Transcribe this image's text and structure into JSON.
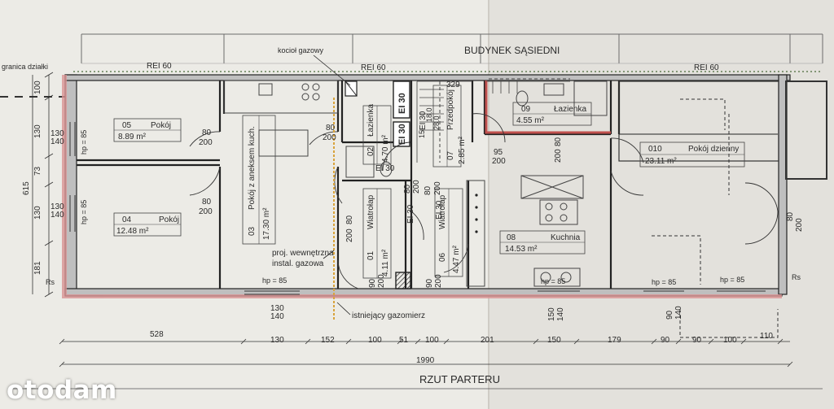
{
  "plan": {
    "title": "RZUT PARTERU",
    "neighbor": "BUDYNEK SĄSIEDNI",
    "boundary": "granica działki",
    "fire_ratings": {
      "rei_left": "REI 60",
      "rei_mid": "REI 60",
      "rei_right": "REI 60",
      "ei_1": "EI 30",
      "ei_2": "EI 30",
      "ei_3": "EI 30",
      "ei_4": "EI 30",
      "ei_5": "EI 30",
      "ei_6": "EI 30"
    },
    "callouts": {
      "boiler": "kocioł gazowy",
      "gas_install": [
        "proj. wewnętrzna",
        "instal. gazowa"
      ],
      "gas_meter": "istniejący gazomierz"
    },
    "rooms": {
      "r05": {
        "num": "05",
        "name": "Pokój",
        "area": "8.89 m²"
      },
      "r04": {
        "num": "04",
        "name": "Pokój",
        "area": "12.48 m²"
      },
      "r03": {
        "num": "03",
        "name": "Pokój z aneksem kuch.",
        "area": "17.30 m²"
      },
      "r02": {
        "num": "02",
        "name": "Łazienka",
        "area": "4.70 m²"
      },
      "r01": {
        "num": "01",
        "name": "Wiatrołap",
        "area": "4.11 m²"
      },
      "r06": {
        "num": "06",
        "name": "Wiatrołap",
        "area": "4.47 m²"
      },
      "r07": {
        "num": "07",
        "name": "Przedpokój",
        "area": "2.85 m²"
      },
      "r09": {
        "num": "09",
        "name": "Łazienka",
        "area": "4.55 m²"
      },
      "r08": {
        "num": "08",
        "name": "Kuchnia",
        "area": "14.53 m²"
      },
      "r010": {
        "num": "010",
        "name": "Pokój dzienny",
        "area": "23.11 m²"
      }
    },
    "openings": {
      "d1": [
        "80",
        "200"
      ],
      "d2": [
        "80",
        "200"
      ],
      "d3": [
        "80",
        "200"
      ],
      "d4": [
        "80",
        "200"
      ],
      "d5": [
        "80",
        "200"
      ],
      "d6": [
        "95",
        "200"
      ],
      "d7": [
        "80",
        "200"
      ],
      "d8": [
        "90",
        "200"
      ],
      "d9": [
        "90",
        "200"
      ],
      "d10": [
        "80",
        "200"
      ],
      "d11": [
        "80",
        "200"
      ],
      "d12": [
        "150",
        "140"
      ],
      "d13": [
        "90",
        "140"
      ],
      "d14": [
        "130",
        "140"
      ],
      "d15": [
        "130",
        "140"
      ],
      "d16": [
        "130",
        "140"
      ]
    },
    "stair_labels": {
      "s1": "329",
      "s2": "15",
      "s3": "18.0",
      "s4": "28.0"
    },
    "window_sill": {
      "hp1": "hp = 85",
      "hp2": "hp = 85",
      "hp3": "hp = 85",
      "hp4": "hp = 85",
      "hp5": "hp = 85",
      "hp6": "hp = 85"
    },
    "level_marks": {
      "rs1": "Rs",
      "rs2": "Rs"
    },
    "dims_left": [
      "100",
      "130",
      "73",
      "130",
      "181"
    ],
    "dim_left_total": "615",
    "dims_bottom_top": [
      "528"
    ],
    "dims_bottom": [
      "130",
      "152",
      "100",
      "51",
      "100",
      "201",
      "150",
      "179",
      "90",
      "90",
      "100",
      "110"
    ],
    "dim_bottom_total": "1990",
    "watermark": "otodam"
  }
}
